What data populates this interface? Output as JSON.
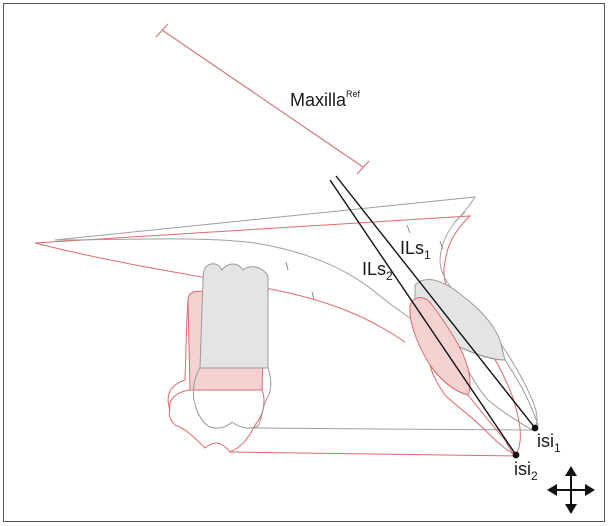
{
  "labels": {
    "maxilla": "Maxilla",
    "maxilla_sup": "Ref",
    "ils2": "ILs",
    "ils2_sub": "2",
    "ils1": "ILs",
    "ils1_sub": "1",
    "isi1": "isi",
    "isi1_sub": "1",
    "isi2": "isi",
    "isi2_sub": "2"
  },
  "icons": {
    "move": "move-arrows-icon"
  },
  "colors": {
    "gray_outline": "#a0a0a0",
    "red_outline": "#e06a6a",
    "gray_fill": "#e4e4e4",
    "red_fill": "#f4d2d2",
    "axis_line": "#111111",
    "reference_line": "#d07a7a"
  }
}
